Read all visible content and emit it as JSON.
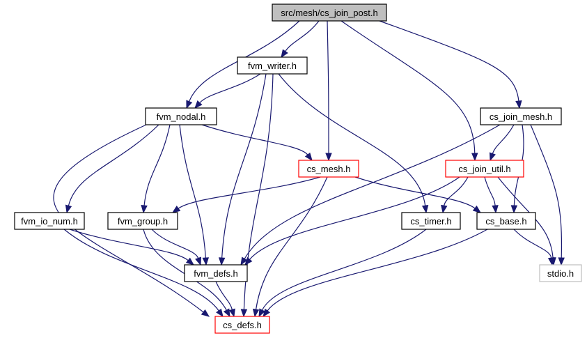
{
  "diagram": {
    "colors": {
      "edge": "#191970",
      "root_fill": "#bfbfbf",
      "root_border": "#000000",
      "normal_border": "#000000",
      "truncated_border": "#ff0000",
      "external_border": "#bfbfbf",
      "node_fill": "#ffffff"
    },
    "nodes": [
      {
        "id": "root",
        "label": "src/mesh/cs_join_post.h",
        "style": "root"
      },
      {
        "id": "fvm_writer",
        "label": "fvm_writer.h",
        "style": "normal"
      },
      {
        "id": "fvm_nodal",
        "label": "fvm_nodal.h",
        "style": "normal"
      },
      {
        "id": "cs_join_mesh",
        "label": "cs_join_mesh.h",
        "style": "normal"
      },
      {
        "id": "cs_mesh",
        "label": "cs_mesh.h",
        "style": "truncated"
      },
      {
        "id": "cs_join_util",
        "label": "cs_join_util.h",
        "style": "truncated"
      },
      {
        "id": "fvm_io_num",
        "label": "fvm_io_num.h",
        "style": "normal"
      },
      {
        "id": "fvm_group",
        "label": "fvm_group.h",
        "style": "normal"
      },
      {
        "id": "cs_timer",
        "label": "cs_timer.h",
        "style": "normal"
      },
      {
        "id": "cs_base",
        "label": "cs_base.h",
        "style": "normal"
      },
      {
        "id": "fvm_defs",
        "label": "fvm_defs.h",
        "style": "normal"
      },
      {
        "id": "stdio",
        "label": "stdio.h",
        "style": "external"
      },
      {
        "id": "cs_defs",
        "label": "cs_defs.h",
        "style": "truncated"
      }
    ],
    "edges": [
      {
        "from": "root",
        "to": "fvm_writer"
      },
      {
        "from": "root",
        "to": "fvm_nodal"
      },
      {
        "from": "root",
        "to": "cs_mesh"
      },
      {
        "from": "root",
        "to": "cs_join_util"
      },
      {
        "from": "root",
        "to": "cs_join_mesh"
      },
      {
        "from": "fvm_writer",
        "to": "fvm_nodal"
      },
      {
        "from": "fvm_writer",
        "to": "fvm_defs"
      },
      {
        "from": "fvm_writer",
        "to": "cs_defs"
      },
      {
        "from": "fvm_writer",
        "to": "cs_timer"
      },
      {
        "from": "fvm_nodal",
        "to": "cs_mesh"
      },
      {
        "from": "fvm_nodal",
        "to": "fvm_io_num"
      },
      {
        "from": "fvm_nodal",
        "to": "fvm_group"
      },
      {
        "from": "fvm_nodal",
        "to": "fvm_defs"
      },
      {
        "from": "fvm_nodal",
        "to": "cs_defs"
      },
      {
        "from": "cs_join_mesh",
        "to": "cs_join_util"
      },
      {
        "from": "cs_join_mesh",
        "to": "cs_base"
      },
      {
        "from": "cs_join_mesh",
        "to": "stdio"
      },
      {
        "from": "cs_join_mesh",
        "to": "fvm_defs"
      },
      {
        "from": "cs_mesh",
        "to": "fvm_group"
      },
      {
        "from": "cs_mesh",
        "to": "cs_base"
      },
      {
        "from": "cs_mesh",
        "to": "cs_defs"
      },
      {
        "from": "cs_join_util",
        "to": "cs_timer"
      },
      {
        "from": "cs_join_util",
        "to": "cs_base"
      },
      {
        "from": "cs_join_util",
        "to": "stdio"
      },
      {
        "from": "cs_join_util",
        "to": "fvm_defs"
      },
      {
        "from": "fvm_io_num",
        "to": "fvm_defs"
      },
      {
        "from": "fvm_io_num",
        "to": "cs_defs"
      },
      {
        "from": "fvm_group",
        "to": "fvm_defs"
      },
      {
        "from": "fvm_group",
        "to": "cs_defs"
      },
      {
        "from": "cs_timer",
        "to": "cs_defs"
      },
      {
        "from": "cs_base",
        "to": "stdio"
      },
      {
        "from": "cs_base",
        "to": "cs_defs"
      },
      {
        "from": "fvm_defs",
        "to": "cs_defs"
      }
    ]
  }
}
